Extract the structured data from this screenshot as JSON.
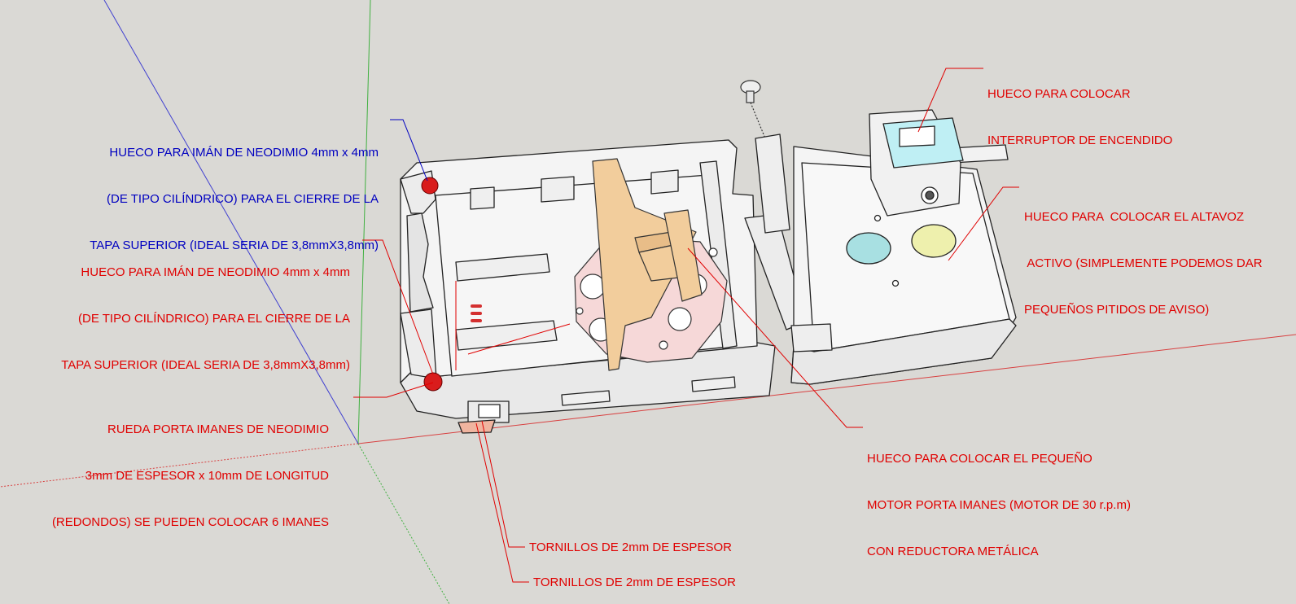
{
  "colors": {
    "background": "#dad9d5",
    "annotation_red": "#e00000",
    "annotation_blue": "#0000c0",
    "model_white": "#f2f2f2",
    "wheel_pink": "#f6d8d8",
    "wood": "#f2cd9c",
    "switch_cyan": "#bfeff4",
    "speaker_yellow": "#eef0ad",
    "axis_red": "#d84040",
    "axis_green": "#40b040",
    "axis_blue": "#4040d0"
  },
  "annotations": {
    "blue_magnet": {
      "line1": "HUECO PARA IMÁN DE NEODIMIO 4mm x 4mm",
      "line2": "(DE TIPO CILÍNDRICO) PARA EL CIERRE DE LA",
      "line3": "TAPA SUPERIOR (IDEAL SERIA DE 3,8mmX3,8mm)"
    },
    "red_magnet": {
      "line1": "HUECO PARA IMÁN DE NEODIMIO 4mm x 4mm",
      "line2": "(DE TIPO CILÍNDRICO) PARA EL CIERRE DE LA",
      "line3": "TAPA SUPERIOR (IDEAL SERIA DE 3,8mmX3,8mm)"
    },
    "wheel": {
      "line1": "RUEDA PORTA IMANES DE NEODIMIO",
      "line2": "3mm DE ESPESOR x 10mm DE LONGITUD",
      "line3": "(REDONDOS) SE PUEDEN COLOCAR 6 IMANES"
    },
    "switch": {
      "line1": "HUECO PARA COLOCAR",
      "line2": "INTERRUPTOR DE ENCENDIDO"
    },
    "speaker": {
      "line1": "HUECO PARA  COLOCAR EL ALTAVOZ",
      "line2": " ACTIVO (SIMPLEMENTE PODEMOS DAR",
      "line3": "PEQUEÑOS PITIDOS DE AVISO)"
    },
    "motor": {
      "line1": "HUECO PARA COLOCAR EL PEQUEÑO",
      "line2": "MOTOR PORTA IMANES (MOTOR DE 30 r.p.m)",
      "line3": "CON REDUCTORA METÁLICA"
    },
    "screws_1": "TORNILLOS DE 2mm DE ESPESOR",
    "screws_2": "TORNILLOS DE 2mm DE ESPESOR"
  }
}
